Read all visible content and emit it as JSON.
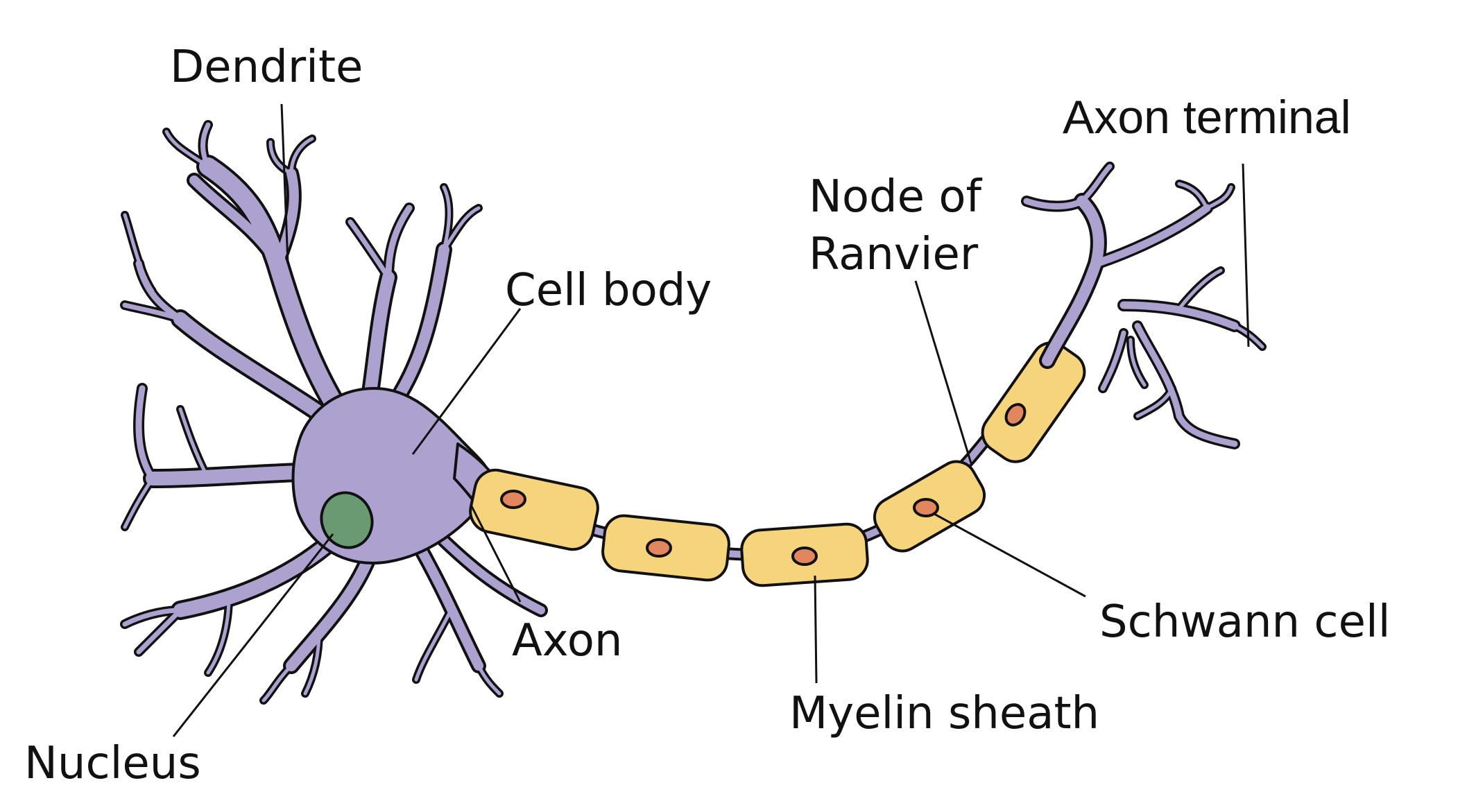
{
  "labels": {
    "dendrite": "Dendrite",
    "axon_terminal": "Axon terminal",
    "node_of_ranvier_line1": "Node of",
    "node_of_ranvier_line2": "Ranvier",
    "cell_body": "Cell body",
    "axon": "Axon",
    "schwann_cell": "Schwann cell",
    "myelin_sheath": "Myelin sheath",
    "nucleus": "Nucleus"
  },
  "colors": {
    "neuron_body": "#ada2cf",
    "myelin_fill": "#f5d47c",
    "schwann_nucleus": "#e2865f",
    "cell_nucleus": "#6a9a72",
    "outline": "#111111"
  }
}
